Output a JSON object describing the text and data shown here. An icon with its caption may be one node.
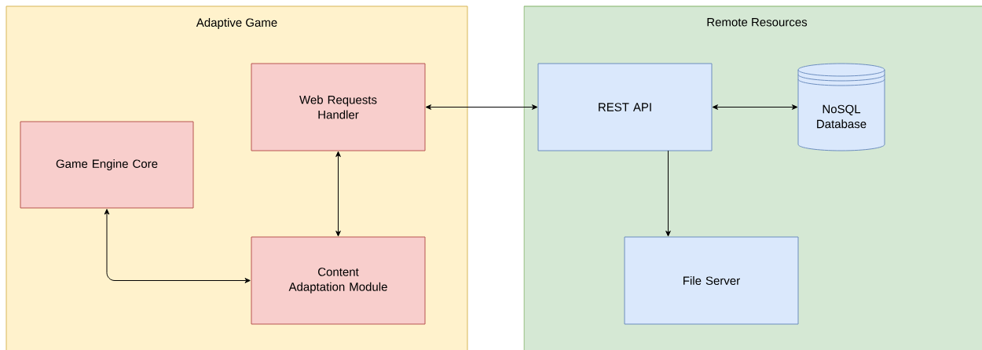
{
  "diagram": {
    "nodes": [
      {
        "text": [
          "Adaptive Game"
        ]
      },
      {
        "text": [
          "Web Requests Handler"
        ],
        "in": 0
      },
      {
        "text": [
          "Game Engine Core"
        ],
        "in": 0
      },
      {
        "text": [
          "Content Adaptation Module"
        ],
        "in": 0
      },
      {
        "text": [
          "Remote Resources"
        ]
      },
      {
        "text": [
          "REST API"
        ],
        "in": 4
      },
      {
        "text": [
          "NoSQL Database"
        ],
        "in": 4
      },
      {
        "text": [
          "File Server"
        ],
        "in": 4
      }
    ],
    "edges": [
      {
        "from": 1,
        "to": 5,
        "arrow": "both"
      },
      {
        "from": 1,
        "to": 3,
        "arrow": "both"
      },
      {
        "from": 2,
        "to": 3,
        "arrow": "both"
      },
      {
        "from": 5,
        "to": 6,
        "arrow": "both"
      },
      {
        "from": 5,
        "to": 7,
        "arrow": "to"
      }
    ]
  }
}
